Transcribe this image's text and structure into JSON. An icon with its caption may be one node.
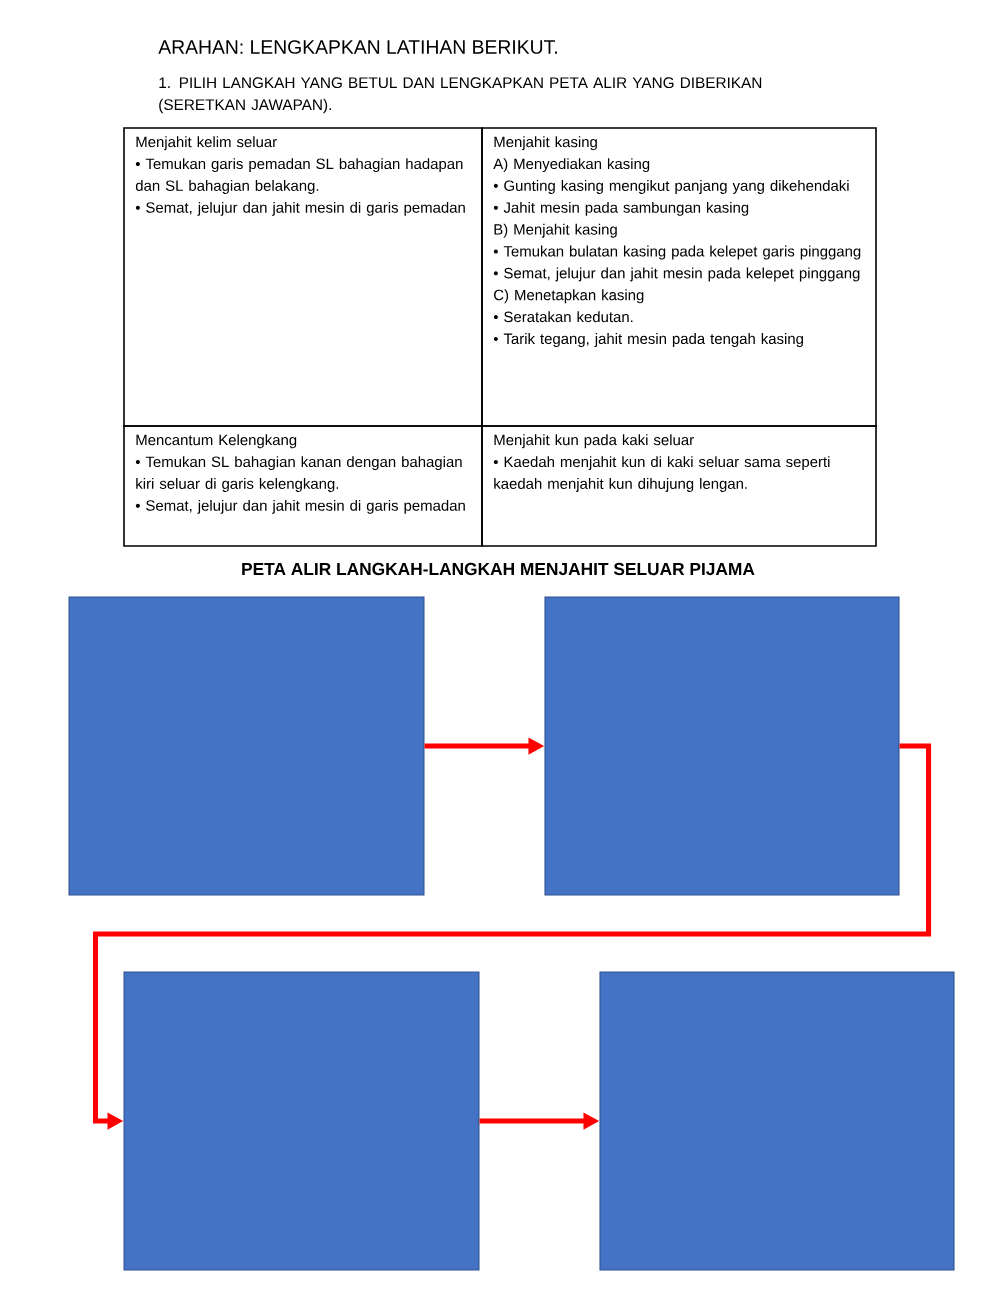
{
  "diagram": {
    "title": "ARAHAN: LENGKAPKAN LATIHAN BERIKUT.",
    "nodes": [
      {
        "text": [],
        "shape": "box"
      },
      {
        "text": [],
        "shape": "box"
      },
      {
        "text": [],
        "shape": "box"
      },
      {
        "text": [],
        "shape": "box"
      }
    ],
    "edges": [
      {
        "from": 0,
        "to": 1,
        "arrow": "to"
      },
      {
        "from": 1,
        "to": 2,
        "arrow": "to"
      },
      {
        "from": 2,
        "to": 3,
        "arrow": "to"
      }
    ],
    "labels": [
      "1. PILIH LANGKAH YANG BETUL DAN LENGKAPKAN PETA ALIR YANG DIBERIKAN (SERETKAN JAWAPAN).",
      "Menjahit kelim seluar",
      "• Temukan garis pemadan SL bahagian hadapan dan SL bahagian belakang.",
      "• Semat, jelujur dan jahit mesin di garis pemadan",
      "Menjahit kasing",
      "A) Menyediakan kasing",
      "• Gunting kasing mengikut panjang yang dikehendaki",
      "• Jahit mesin pada sambungan kasing",
      "B) Menjahit kasing",
      "• Temukan bulatan kasing pada kelepet garis pinggang",
      "• Semat, jelujur dan jahit mesin pada kelepet pinggang",
      "C) Menetapkan kasing",
      "• Seratakan kedutan.",
      "• Tarik tegang, jahit mesin pada tengah kasing",
      "Mencantum Kelengkang",
      "• Temukan SL bahagian kanan dengan bahagian kiri seluar di garis kelengkang.",
      "• Semat, jelujur dan jahit mesin di garis pemadan",
      "Menjahit kun pada kaki seluar",
      "• Kaedah menjahit kun di kaki seluar sama seperti kaedah menjahit kun dihujung lengan.",
      "PETA ALIR LANGKAH-LANGKAH MENJAHIT SELUAR PIJAMA"
    ]
  }
}
